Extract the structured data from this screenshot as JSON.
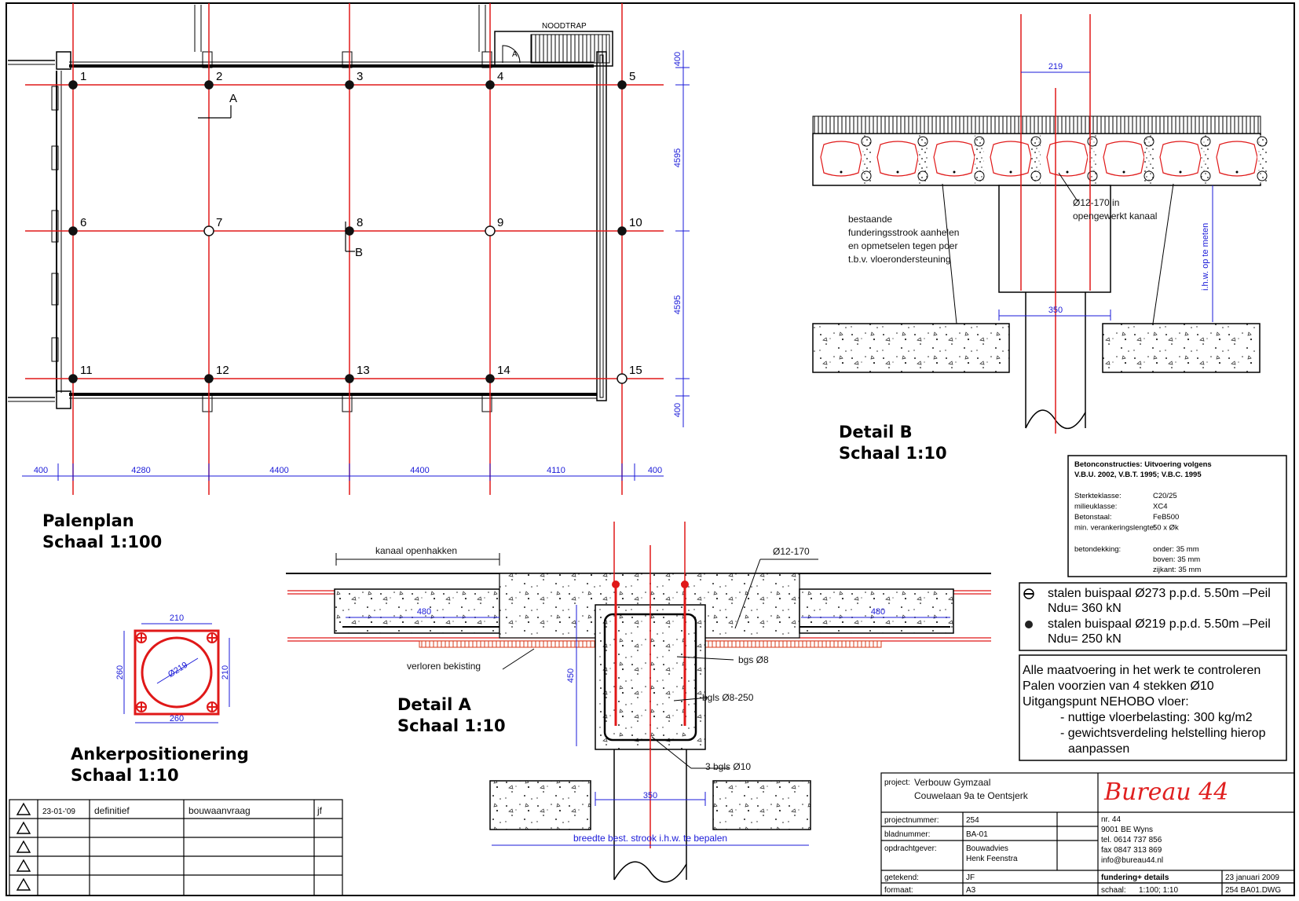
{
  "plan": {
    "title": "Palenplan",
    "scale": "Schaal 1:100",
    "stair_label": "NOODTRAP",
    "stair_mark": "A",
    "section_a": "A",
    "section_b": "B",
    "pile_numbers": [
      "1",
      "2",
      "3",
      "4",
      "5",
      "6",
      "7",
      "8",
      "9",
      "10",
      "11",
      "12",
      "13",
      "14",
      "15"
    ],
    "dims_horizontal": [
      "400",
      "4280",
      "4400",
      "4400",
      "4110",
      "400"
    ],
    "dims_vertical": [
      "400",
      "4595",
      "4595",
      "400"
    ]
  },
  "anker": {
    "title": "Ankerpositionering",
    "scale": "Schaal 1:10",
    "dim_top": "210",
    "dim_bottom": "260",
    "dim_left": "260",
    "dim_right": "210",
    "dim_diam": "Ø219"
  },
  "detail_a": {
    "title": "Detail A",
    "scale": "Schaal 1:10",
    "label_kanaal": "kanaal openhakken",
    "label_rebar": "Ø12-170",
    "label_bekisting": "verloren bekisting",
    "label_bgs8": "bgs Ø8",
    "label_bgs8_250": "bgls Ø8-250",
    "label_bgs10": "3 bgls Ø10",
    "label_breedte": "breedte best. strook i.h.w. te bepalen",
    "dim_480_left": "480",
    "dim_480_right": "480",
    "dim_350": "350",
    "dim_vert": "450"
  },
  "detail_b": {
    "title": "Detail B",
    "scale": "Schaal 1:10",
    "note_left": [
      "bestaande",
      "funderingsstrook aanhelen",
      "en opmetselen tegen poer",
      "t.b.v. vloerondersteuning"
    ],
    "note_rebar": [
      "Ø12-170 in",
      "opengewerkt kanaal"
    ],
    "note_right": "i.h.w. op te meten",
    "dim_top": "219",
    "dim_bottom": "350"
  },
  "spec": {
    "header": [
      "Betonconstructies: Uitvoering volgens",
      "V.B.U. 2002, V.B.T. 1995; V.B.C. 1995"
    ],
    "rows": [
      {
        "k": "Sterkteklasse:",
        "v": "C20/25"
      },
      {
        "k": "milieuklasse:",
        "v": "XC4"
      },
      {
        "k": "Betonstaal:",
        "v": "FeB500"
      },
      {
        "k": "min. verankeringslengte:",
        "v": "50 x Øk"
      }
    ],
    "dekking_label": "betondekking:",
    "dekking": [
      "onder: 35 mm",
      "boven: 35 mm",
      "zijkant: 35 mm"
    ]
  },
  "legend": [
    "stalen buispaal Ø273 p.p.d.  5.50m –Peil",
    "Ndu= 360 kN",
    "stalen buispaal Ø219 p.p.d.  5.50m –Peil",
    "Ndu= 250 kN"
  ],
  "notes": [
    "Alle maatvoering in het werk te controleren",
    "Palen voorzien van 4 stekken Ø10",
    "Uitgangspunt NEHOBO vloer:",
    "- nuttige vloerbelasting: 300 kg/m2",
    "- gewichtsverdeling helstelling hierop",
    "aanpassen"
  ],
  "revisions": {
    "row1": [
      "23-01-'09",
      "definitief",
      "bouwaanvraag",
      "jf"
    ]
  },
  "titleblock": {
    "project_label": "project:",
    "project": [
      "Verbouw Gymzaal",
      "Couwelaan 9a  te Oentsjerk"
    ],
    "logo": "Bureau 44",
    "address": [
      "nr. 44",
      "9001 BE Wyns",
      "tel. 0614 737 856",
      "fax 0847 313 869",
      "info@bureau44.nl"
    ],
    "projectnummer_label": "projectnummer:",
    "projectnummer": "254",
    "bladnummer_label": "bladnummer:",
    "bladnummer": "BA-01",
    "opdrachtgever_label": "opdrachtgever:",
    "opdrachtgever": [
      "Bouwadvies",
      "Henk Feenstra"
    ],
    "getekend_label": "getekend:",
    "getekend": "JF",
    "formaat_label": "formaat:",
    "formaat": "A3",
    "subject": "fundering+ details",
    "date": "23 januari 2009",
    "schaal_label": "schaal:",
    "schaal": "1:100; 1:10",
    "file": "254 BA01.DWG"
  },
  "colors": {
    "grid": "#e01818",
    "dim": "#1a1ad8",
    "line": "#000000"
  }
}
